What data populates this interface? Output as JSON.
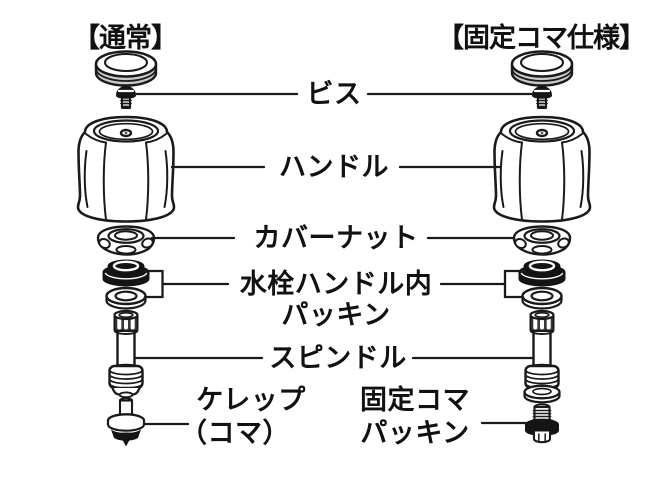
{
  "headings": {
    "normal": "【通常】",
    "fixed": "【固定コマ仕様】"
  },
  "labels": {
    "screw": "ビス",
    "handle": "ハンドル",
    "cover_nut": "カバーナット",
    "inner_packing_line1": "水栓ハンドル内",
    "inner_packing_line2": "パッキン",
    "spindle": "スピンドル",
    "kerep_line1": "ケレップ",
    "kerep_line2": "（コマ）",
    "fixed_koma_line1": "固定コマ",
    "fixed_koma_line2": "パッキン"
  },
  "colors": {
    "line": "#1a1a1a",
    "part_fill": "#ffffff",
    "dark_part": "#141414",
    "cap_rim_gray": "#c9c9c9",
    "spline_gray": "#3a3a3a"
  },
  "parts_depicted": [
    "index-cap",
    "screw",
    "handle",
    "cover-nut",
    "rubber-packing",
    "washer",
    "spindle",
    "kerep-koma-valve",
    "fixed-koma-packing"
  ]
}
